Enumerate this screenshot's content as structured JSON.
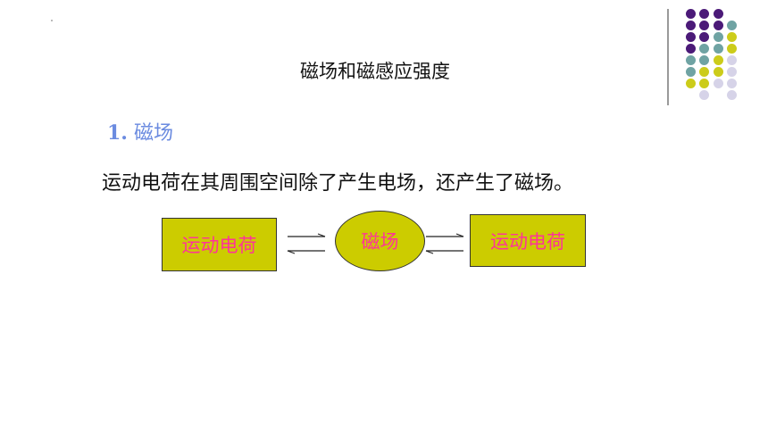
{
  "title": "磁场和磁感应强度",
  "section": {
    "number": "1.",
    "heading": "磁场"
  },
  "body_text": "运动电荷在其周围空间除了产生电场，还产生了磁场。",
  "diagram": {
    "left_box": "运动电荷",
    "center": "磁场",
    "right_box": "运动电荷"
  },
  "colors": {
    "box_fill": "#cccc00",
    "box_text": "#ff3399",
    "heading": "#6b8be0",
    "dot_purple": "#4b1a78",
    "dot_teal": "#6fa3a3",
    "dot_yellow": "#cccc1a",
    "dot_lavender": "#d6d3e8"
  }
}
